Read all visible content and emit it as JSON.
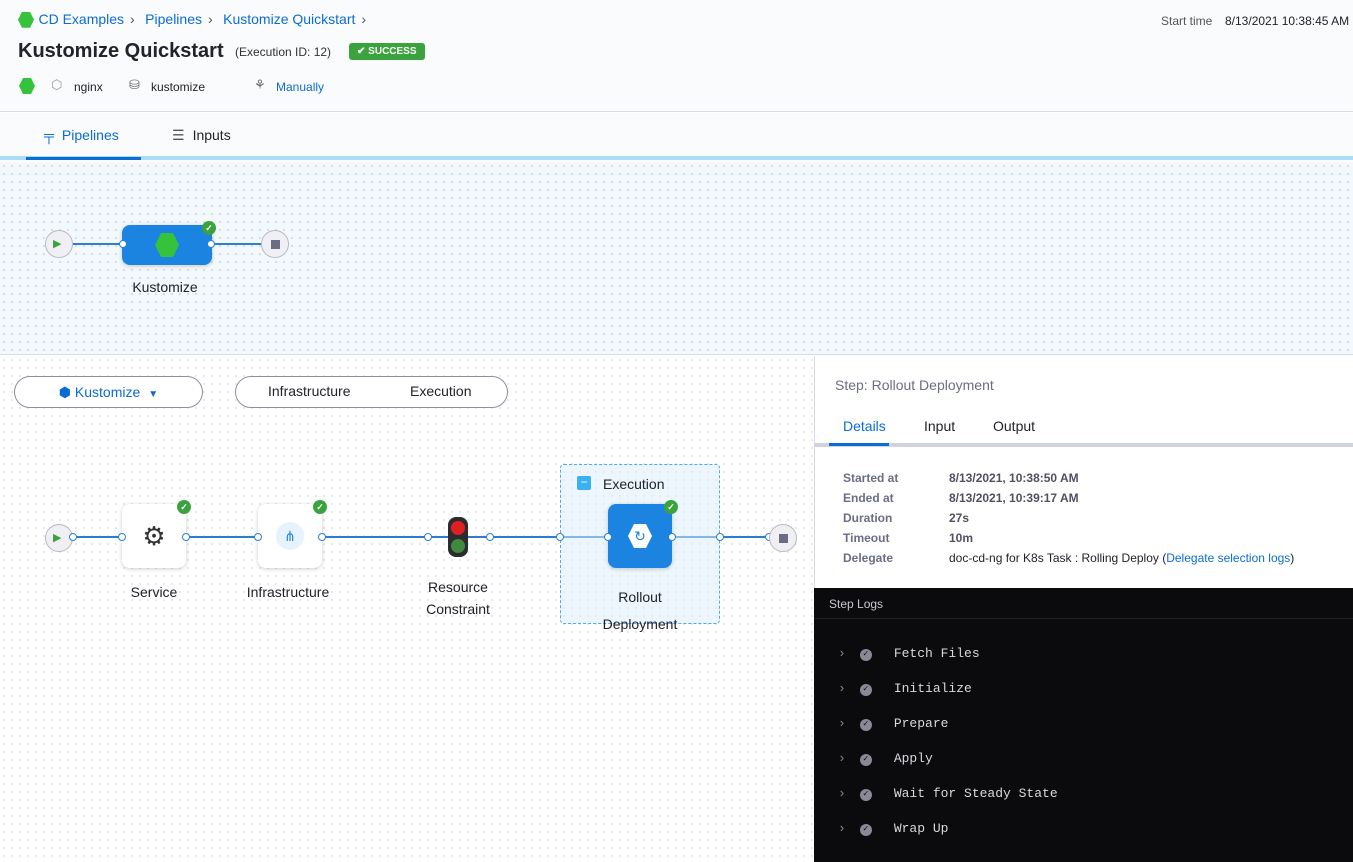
{
  "breadcrumbs": [
    "CD Examples",
    "Pipelines",
    "Kustomize Quickstart"
  ],
  "header": {
    "title": "Kustomize Quickstart",
    "execution_id": "(Execution ID: 12)",
    "status": "SUCCESS",
    "start_time_label": "Start time",
    "start_time": "8/13/2021 10:38:45 AM",
    "service": "nginx",
    "environment": "kustomize",
    "trigger": "Manually"
  },
  "tabs": [
    {
      "label": "Pipelines",
      "active": true
    },
    {
      "label": "Inputs"
    }
  ],
  "pipeline": {
    "stage": "Kustomize"
  },
  "stage_view": {
    "stage_select": "Kustomize",
    "toggle": [
      "Infrastructure",
      "Execution"
    ],
    "group": "Execution",
    "nodes": [
      "Service",
      "Infrastructure",
      "Resource Constraint",
      "Rollout Deployment"
    ]
  },
  "step": {
    "title": "Step: Rollout Deployment",
    "tabs": [
      "Details",
      "Input",
      "Output"
    ],
    "details": [
      {
        "label": "Started at",
        "value": "8/13/2021, 10:38:50 AM"
      },
      {
        "label": "Ended at",
        "value": "8/13/2021, 10:39:17 AM"
      },
      {
        "label": "Duration",
        "value": "27s"
      },
      {
        "label": "Timeout",
        "value": "10m"
      },
      {
        "label": "Delegate",
        "value": "doc-cd-ng for K8s Task : Rolling Deploy ("
      }
    ],
    "delegate_link": "Delegate selection logs",
    "delegate_close": ")"
  },
  "logs": {
    "title": "Step Logs",
    "items": [
      "Fetch Files",
      "Initialize",
      "Prepare",
      "Apply",
      "Wait for Steady State",
      "Wrap Up"
    ]
  },
  "colors": {
    "accent": "#0b6cd4",
    "success": "#3aa33d",
    "node_blue": "#1b84e0"
  }
}
